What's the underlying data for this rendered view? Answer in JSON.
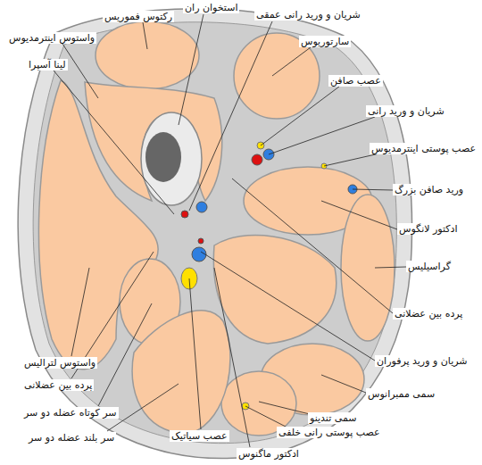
{
  "diagram": {
    "labels": [
      "استخوان ران",
      "رکتوس فموریس",
      "شریان و ورید رانی عمقی",
      "واستوس اینترمدیوس",
      "سارتوریوس",
      "لینا آسپرا",
      "عصب صافن",
      "شریان و ورید رانی",
      "عصب پوستی اینترمدیوس",
      "ورید صافن بزرگ",
      "ادکتور لانگوس",
      "گراسیلیس",
      "پرده بین عضلانی",
      "شریان و ورید پرفوران",
      "واستوس لترالیس",
      "پرده بین عضلانی",
      "سمی ممبرانوس",
      "سر کوتاه عضله دو سر",
      "سمی تندینو",
      "عصب پوستی رانی خلفی",
      "سر بلند عضله دو سر",
      "عصب سیاتیک",
      "ادکتور ماگنوس"
    ]
  }
}
